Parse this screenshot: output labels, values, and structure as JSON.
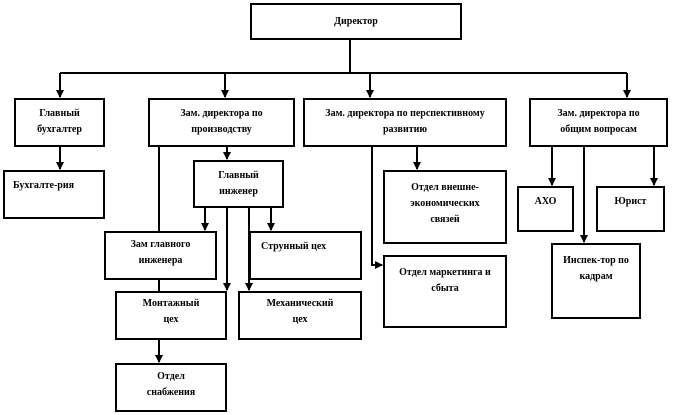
{
  "nodes": {
    "director": "Директор",
    "chief_accountant": "Главный бухгалтер",
    "accounting": "Бухгалте-рия",
    "deputy_production": "Зам. директора по производству",
    "deputy_development": "Зам. директора по перспективному развитию",
    "deputy_general": "Зам. директора по общим вопросам",
    "chief_engineer": "Главный инженер",
    "deputy_chief_engineer": "Зам главного инженера",
    "string_shop": "Струнный цех",
    "assembly_shop": "Монтажный цех",
    "mechanical_shop": "Механический цех",
    "supply_dept": "Отдел снабжения",
    "foreign_econ_dept": "Отдел внешне-экономических связей",
    "marketing_dept": "Отдел маркетинга и сбыта",
    "aho": "АХО",
    "lawyer": "Юрист",
    "hr_inspector": "Инспек-тор по кадрам"
  }
}
